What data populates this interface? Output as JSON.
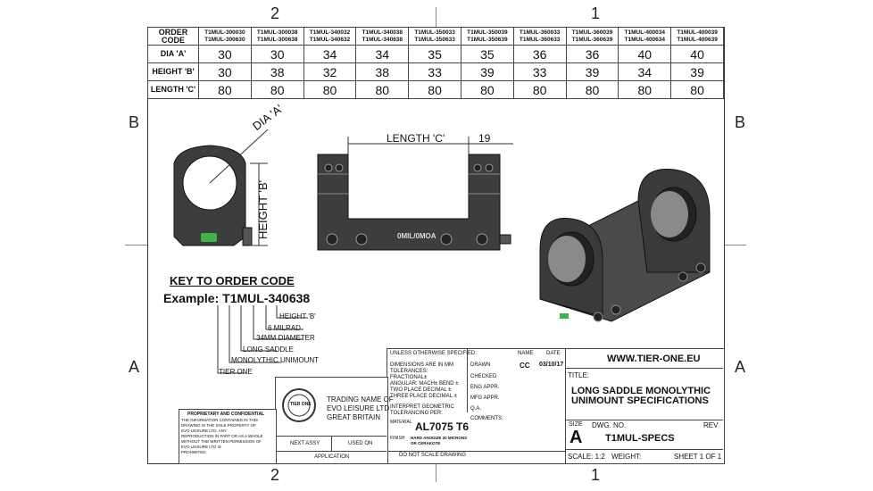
{
  "zones": {
    "top_left": "2",
    "top_right": "1",
    "bottom_left": "2",
    "bottom_right": "1",
    "left_b": "B",
    "right_b": "B",
    "left_a": "A",
    "right_a": "A"
  },
  "order_table": {
    "header_label": "ORDER CODE",
    "codes": [
      [
        "T1MUL-300030",
        "T1MUL-300630"
      ],
      [
        "T1MUL-300038",
        "T1MUL-300638"
      ],
      [
        "T1MUL-340032",
        "T1MUL-340632"
      ],
      [
        "T1MUL-340038",
        "T1MUL-340638"
      ],
      [
        "T1MUL-350033",
        "T1MUL-350633"
      ],
      [
        "T1MUL-350039",
        "T1MUL-350639"
      ],
      [
        "T1MUL-360033",
        "T1MUL-360633"
      ],
      [
        "T1MUL-360039",
        "T1MUL-360639"
      ],
      [
        "T1MUL-400034",
        "T1MUL-400634"
      ],
      [
        "T1MUL-400039",
        "T1MUL-400639"
      ]
    ],
    "rows": [
      {
        "label": "DIA 'A'",
        "values": [
          "30",
          "30",
          "34",
          "34",
          "35",
          "35",
          "36",
          "36",
          "40",
          "40"
        ]
      },
      {
        "label": "HEIGHT 'B'",
        "values": [
          "30",
          "38",
          "32",
          "38",
          "33",
          "39",
          "33",
          "39",
          "34",
          "39"
        ]
      },
      {
        "label": "LENGTH 'C'",
        "values": [
          "80",
          "80",
          "80",
          "80",
          "80",
          "80",
          "80",
          "80",
          "80",
          "80"
        ]
      }
    ]
  },
  "drawing": {
    "dia_label": "DIA 'A'",
    "height_label": "HEIGHT 'B'",
    "length_label": "LENGTH 'C'",
    "offset_value": "19",
    "engraving": "0MIL/0MOA"
  },
  "key": {
    "title": "KEY TO ORDER CODE",
    "example": "Example: T1MUL-340638",
    "items": [
      "HEIGHT 'B'",
      "6 MILRAD",
      "34MM DIAMETER",
      "LONG SADDLE",
      "MONOLYTHIC UNIMOUNT",
      "TIER ONE"
    ]
  },
  "title_block": {
    "unless": "UNLESS OTHERWISE SPECIFIED:",
    "name_hdr": "NAME",
    "date_hdr": "DATE",
    "dims": [
      "DIMENSIONS ARE IN MM",
      "TOLERANCES:",
      "FRACTIONAL±",
      "ANGULAR: MACH±     BEND ±",
      "TWO PLACE DECIMAL    ±",
      "THREE PLACE DECIMAL   ±"
    ],
    "interpret": [
      "INTERPRET GEOMETRIC",
      "TOLERANCING PER:"
    ],
    "material_lbl": "MATERIAL",
    "material": "AL7075 T6",
    "finish_lbl": "FINISH",
    "finish": [
      "HARD ANODIZE 20 MICRONS",
      "OR CERAKOTE"
    ],
    "no_scale": "DO NOT SCALE DRAWING",
    "drawn": "DRAWN",
    "drawn_name": "CC",
    "drawn_date": "03/10/17",
    "checked": "CHECKED",
    "eng": "ENG APPR.",
    "mfg": "MFG APPR.",
    "qa": "Q.A.",
    "comments": "COMMENTS:",
    "website": "WWW.TIER-ONE.EU",
    "title_lbl": "TITLE:",
    "title": [
      "LONG SADDLE MONOLYTHIC",
      "UNIMOUNT SPECIFICATIONS"
    ],
    "size_lbl": "SIZE",
    "size": "A",
    "dwg_lbl": "DWG.  NO.",
    "dwg": "T1MUL-SPECS",
    "rev_lbl": "REV",
    "scale": "SCALE: 1:2",
    "weight": "WEIGHT:",
    "sheet": "SHEET 1 OF 1",
    "trading": [
      "TRADING NAME OF",
      "EVO LEISURE LTD",
      "GREAT BRITAIN"
    ],
    "next_assy": "NEXT ASSY",
    "used_on": "USED ON",
    "application": "APPLICATION",
    "prop_title": "PROPRIETARY AND CONFIDENTIAL",
    "prop_text": [
      "THE INFORMATION CONTAINED IN THIS",
      "DRAWING IS THE SOLE PROPERTY OF",
      "EVO LEISURE LTD.  ANY",
      "REPRODUCTION IN PART OR AS A WHOLE",
      "WITHOUT THE WRITTEN PERMISSION OF",
      "EVO LEISURE LTD IS",
      "PROHIBITED."
    ],
    "logo_text": "TIER ONE"
  }
}
